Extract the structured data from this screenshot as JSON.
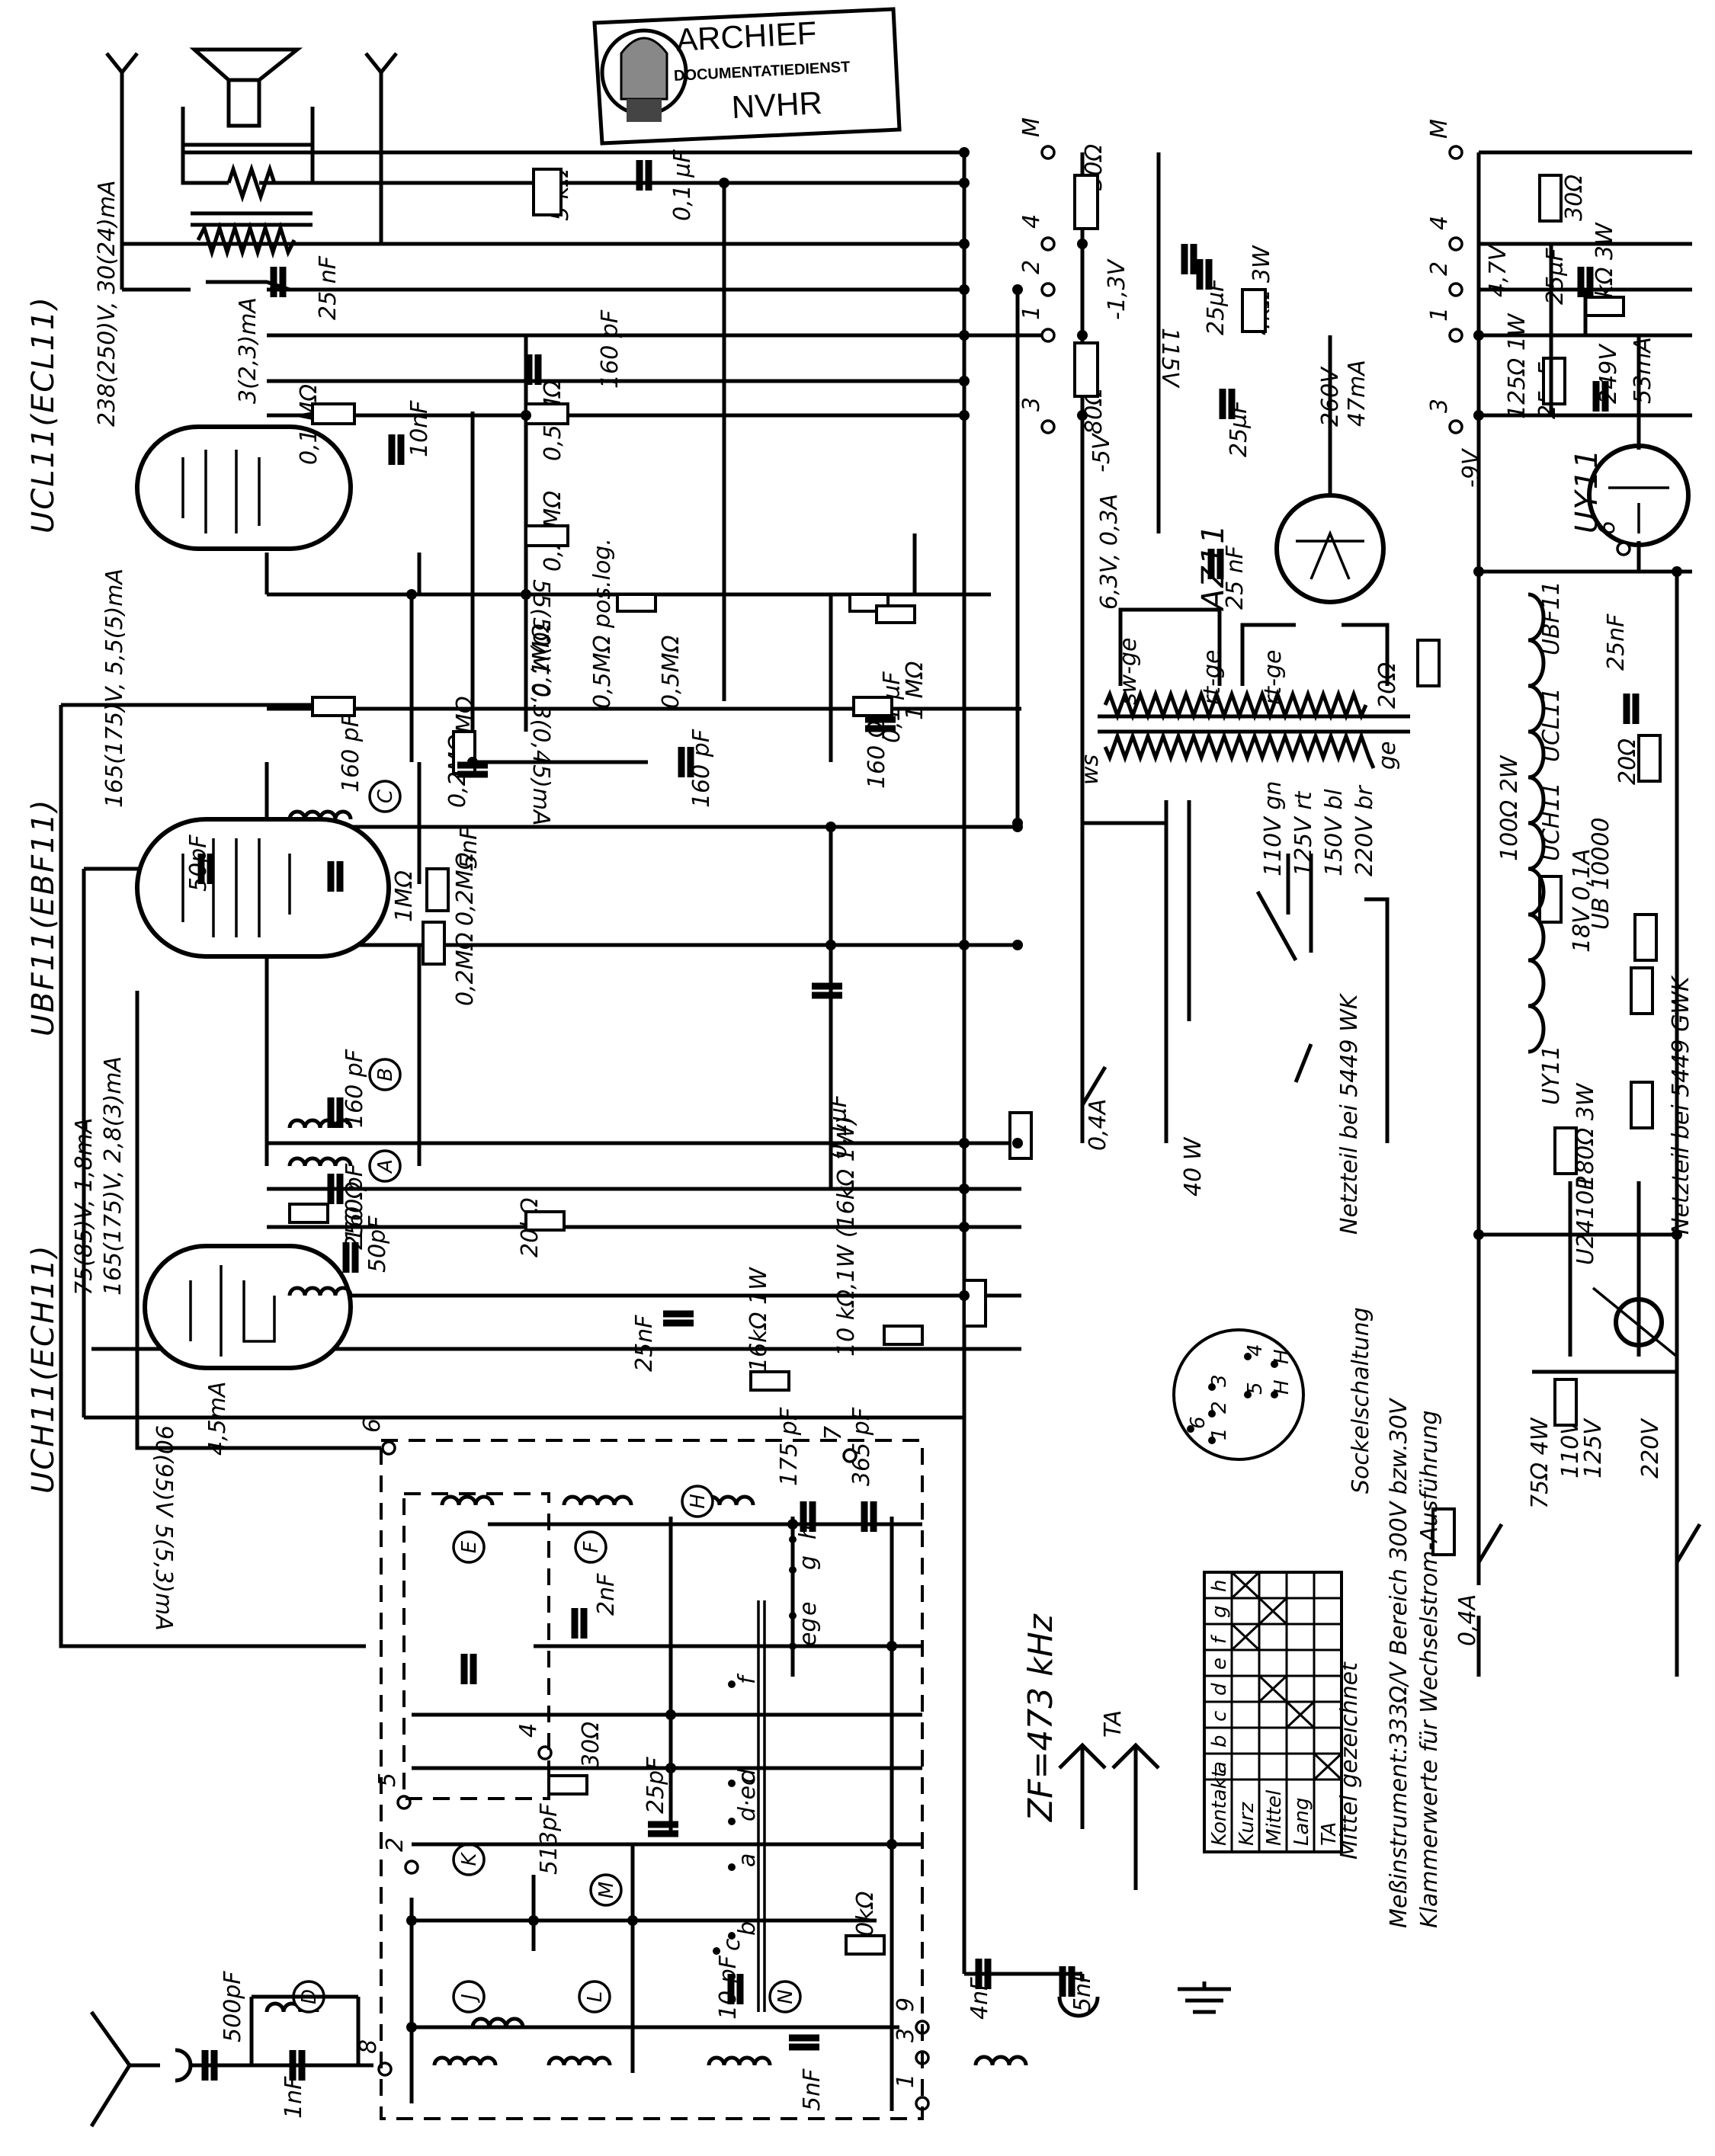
{
  "stamp": {
    "line1": "ARCHIEF",
    "line2": "DOCUMENTATIEDIENST",
    "line3": "NVHR"
  },
  "tubes": {
    "ucl11": "UCL11(ECL11)",
    "ubf11": "UBF11(EBF11)",
    "uch11": "UCH11(ECH11)",
    "az11": "AZ11",
    "uy11": "UY11"
  },
  "if_freq": "ZF=473 kHz",
  "currents": {
    "ucl_anode": "238(250)V, 30(24)mA",
    "ucl_screen": "3(2,3)mA",
    "ucl_cathode": "55(50)V, 0,3(0,45)mA",
    "ubf": "165(175)V, 5,5(5)mA",
    "uch_a": "75(85)V, 1,8mA",
    "uch_b": "165(175)V, 2,8(3)mA",
    "uch_osc": "4,5mA",
    "uch_bottom": "90(95)V 5(5,3)mA"
  },
  "components": [
    "5 kΩ",
    "0,1 µF",
    "25 nF",
    "30Ω",
    "-1,3V",
    "25µF",
    "4kΩ 3W",
    "115V",
    "80Ω",
    "-5V",
    "260V",
    "47mA",
    "160 pF",
    "0,5 MΩ",
    "0,1 MΩ",
    "10nF",
    "0,2 MΩ",
    "25µF",
    "25 nF",
    "6,3V, 0,3A",
    "0,2MΩ",
    "0,1MΩ",
    "0,5MΩ pos.log.",
    "0,5MΩ",
    "1 MΩ",
    "0,1 µF",
    "160 Ω",
    "sw-ge",
    "rt-ge",
    "rt-ge",
    "20Ω",
    "ws",
    "ge",
    "160 pF",
    "0,2MΩ",
    "5nF",
    "50pF",
    "1MΩ",
    "0,2MΩ",
    "0,2MΩ",
    "160 pF",
    "110V gn",
    "125V rt",
    "150V bl",
    "220V br",
    "0,1µF",
    "160 pF",
    "0,4A",
    "250 Ω",
    "160 pF",
    "50pF",
    "20kΩ",
    "10 kΩ,1W (16kΩ 1W)",
    "25nF",
    "16kΩ 1W",
    "175 pF",
    "365 pF",
    "2nF",
    "30Ω",
    "25pF",
    "513pF",
    "500pF",
    "1nF",
    "10 pF",
    "20kΩ",
    "5nF",
    "4nF",
    "5nF",
    "40 W"
  ],
  "coil_letters": [
    "A",
    "B",
    "C",
    "D",
    "E",
    "F",
    "H",
    "J",
    "K",
    "L",
    "M",
    "N"
  ],
  "switch_contacts": [
    "h",
    "g",
    "e",
    "eg",
    "f",
    "d",
    "d·ec",
    "a",
    "b",
    "c"
  ],
  "terminals": [
    "M",
    "4",
    "2",
    "1",
    "3",
    "6",
    "7",
    "5",
    "4",
    "2",
    "8",
    "9",
    "3",
    "1",
    "TA"
  ],
  "gwk": {
    "components": [
      "30Ω",
      "4,7V",
      "25µF",
      "4kΩ 3W",
      "125Ω 1W",
      "25µF",
      "-9V",
      "249V",
      "53mA",
      "25nF",
      "20Ω",
      "100Ω 2W",
      "18V 0,1A",
      "UB 10000",
      "180Ω 3W",
      "U2410P",
      "75Ω 4W",
      "110V",
      "125V",
      "220V",
      "0,4A"
    ],
    "heater_chain": [
      "UBF11",
      "UCL11",
      "UCH11",
      "UY11"
    ],
    "terminals": [
      "M",
      "4",
      "2",
      "1",
      "3",
      "6"
    ],
    "netzteil": "Netzteil bei 5449 GWK"
  },
  "netzteil_wk": "Netzteil bei 5449 WK",
  "socket": {
    "title": "Sockelschaltung",
    "pins": [
      "1",
      "2",
      "3",
      "4",
      "5",
      "6",
      "H",
      "H"
    ]
  },
  "contact_table": {
    "header": [
      "Kontakt",
      "a",
      "b",
      "c",
      "d",
      "e",
      "f",
      "g",
      "h"
    ],
    "rows": [
      {
        "label": "Kurz",
        "marks": [
          false,
          false,
          false,
          false,
          false,
          true,
          false,
          true
        ]
      },
      {
        "label": "Mittel",
        "marks": [
          false,
          false,
          false,
          true,
          false,
          false,
          true,
          false
        ]
      },
      {
        "label": "Lang",
        "marks": [
          false,
          false,
          true,
          false,
          false,
          false,
          false,
          false
        ]
      },
      {
        "label": "TA",
        "marks": [
          true,
          false,
          false,
          false,
          false,
          false,
          false,
          false
        ]
      }
    ],
    "footnote": "Mittel gezeichnet"
  },
  "notes": {
    "line1": "Meßinstrument:333Ω/V Bereich 300V bzw.30V",
    "line2": "Klammerwerte für Wechselstrom-Ausführung"
  },
  "colors": {
    "ink": "#000000",
    "paper": "#ffffff"
  }
}
